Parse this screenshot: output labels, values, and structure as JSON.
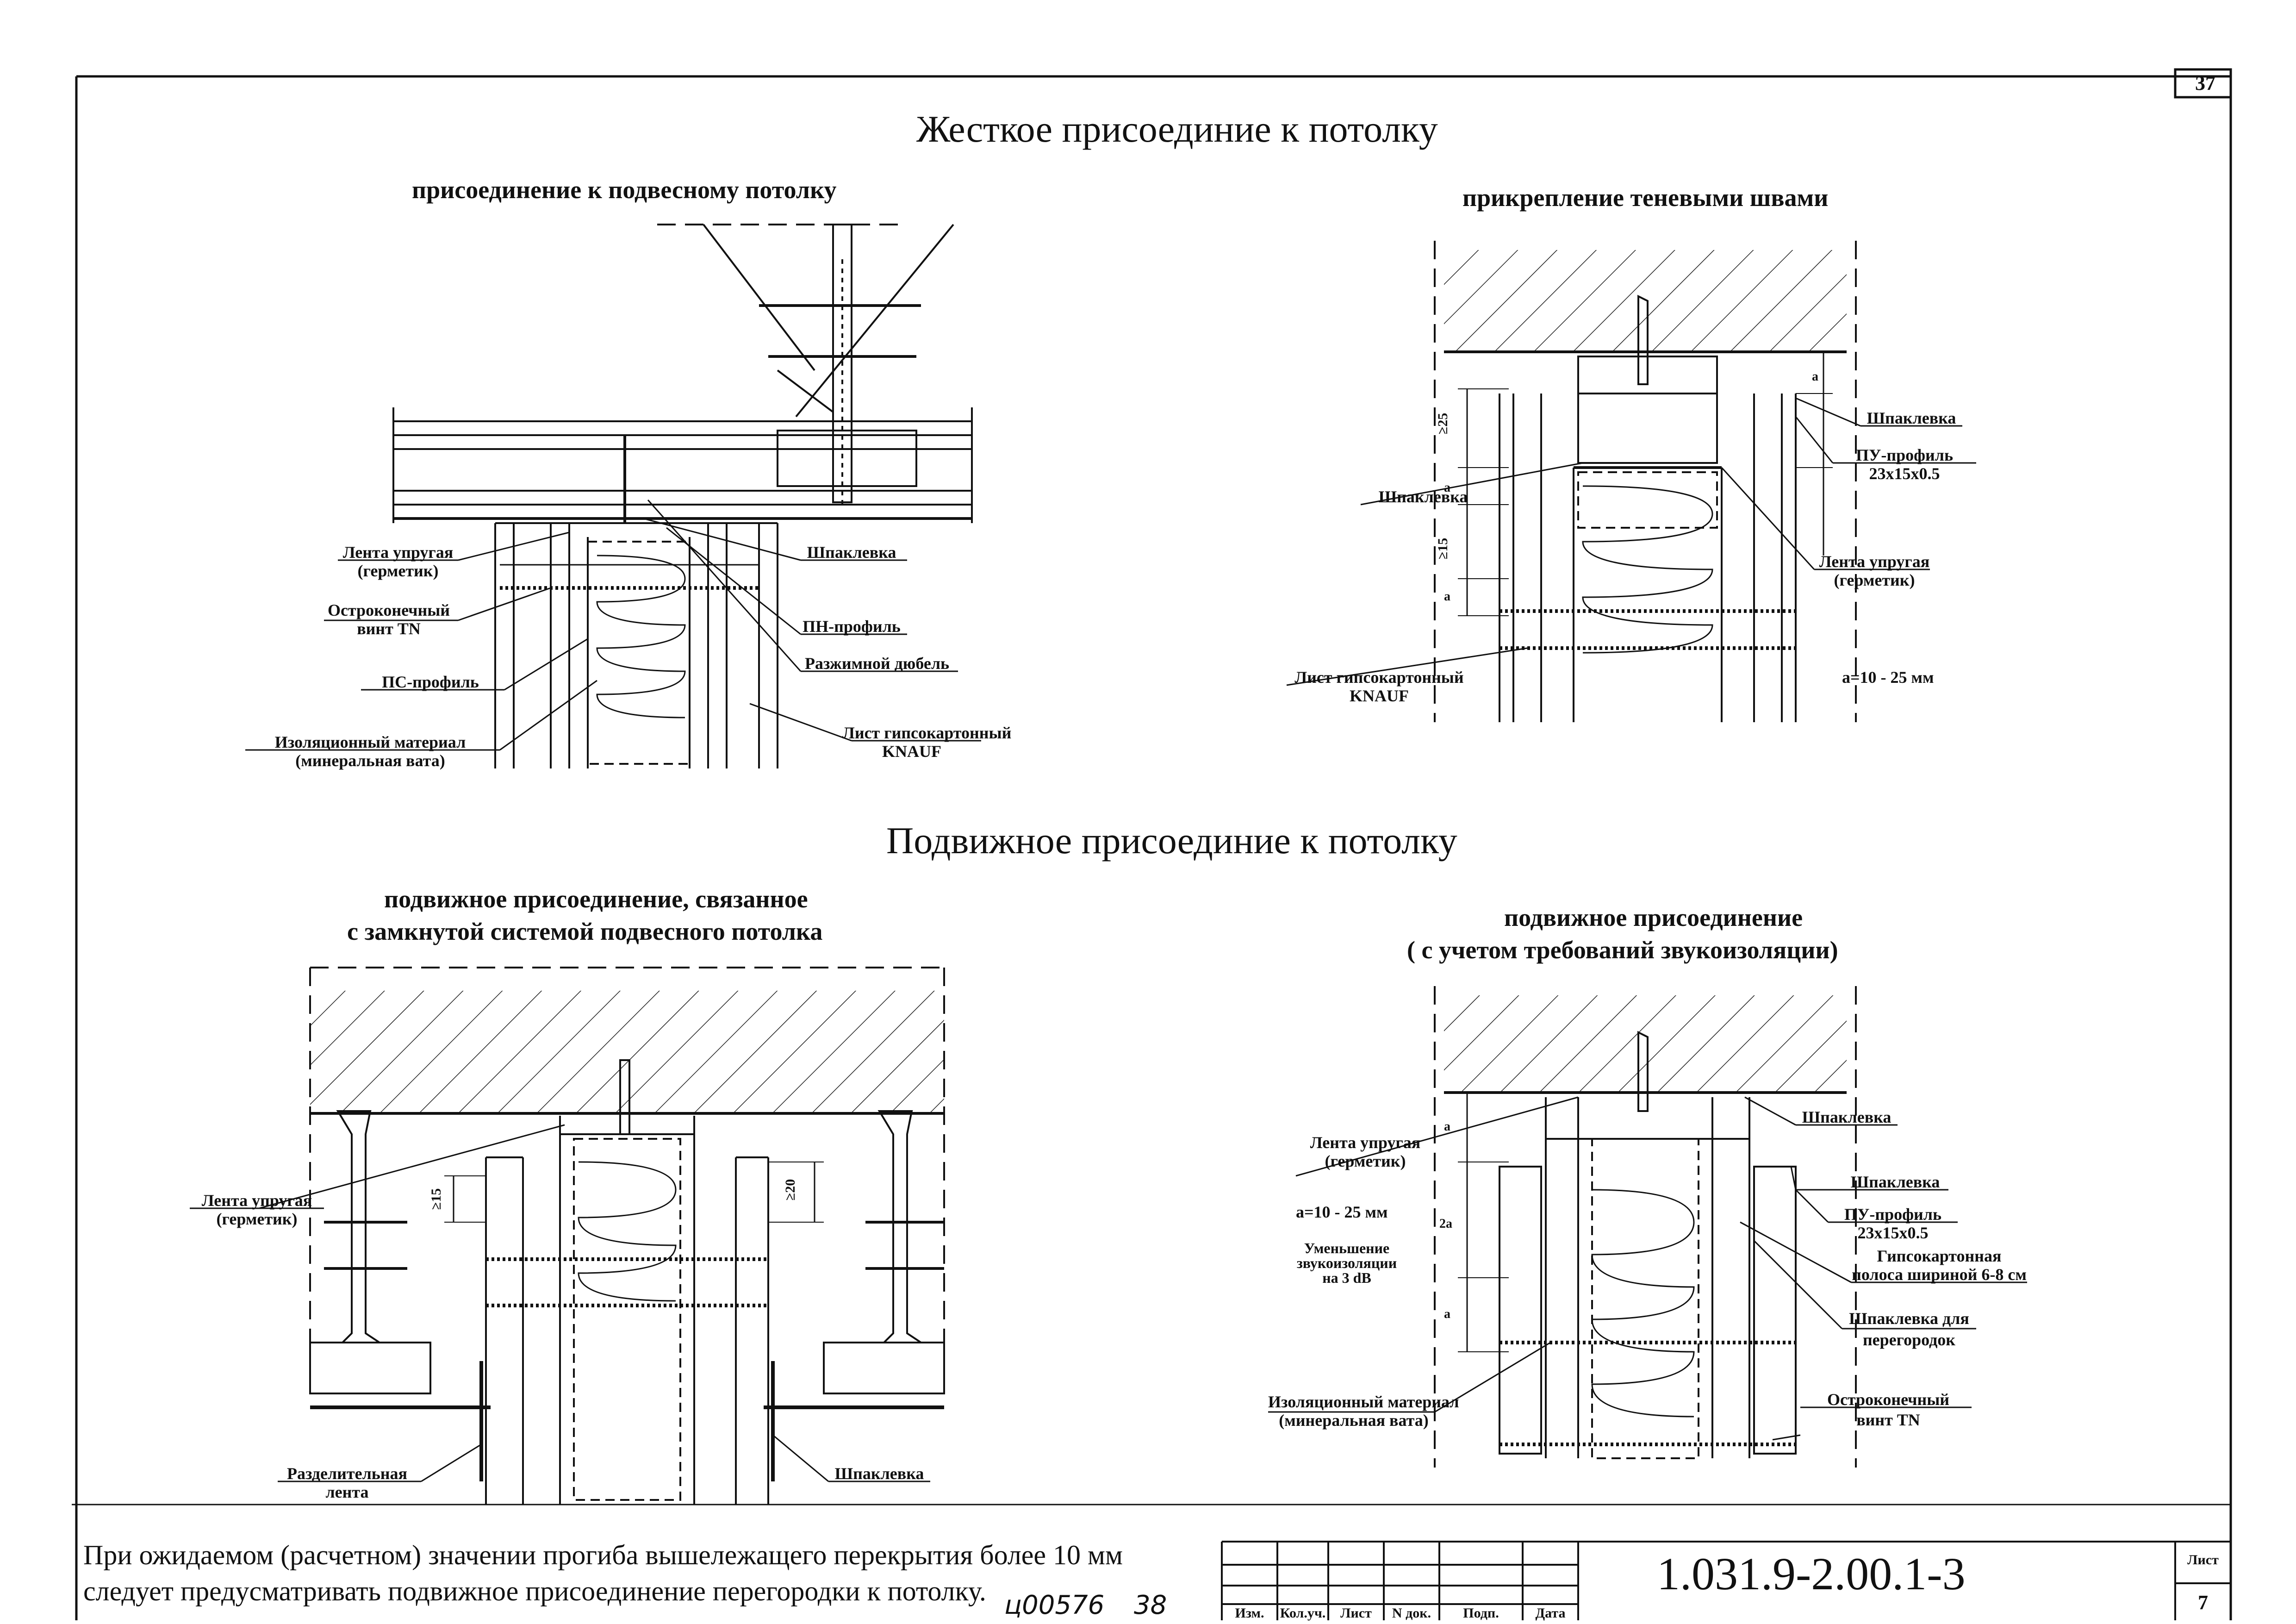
{
  "page_number": "37",
  "titles": {
    "rigid": "Жесткое присоединие к потолку",
    "movable": "Подвижное присоединие к потолку"
  },
  "section_a": {
    "title": "присоединение к подвесному потолку",
    "labels": {
      "tape_1": "Лента упругая",
      "tape_2": "(герметик)",
      "screw_1": "Остроконечный",
      "screw_2": "винт TN",
      "ps_profile": "ПС-профиль",
      "insulation_1": "Изоляционный материал",
      "insulation_2": "(минеральная вата)",
      "putty": "Шпаклевка",
      "pn_profile": "ПН-профиль",
      "dowel": "Разжимной дюбель",
      "gkl_1": "Лист гипсокартонный",
      "gkl_2": "KNAUF"
    }
  },
  "section_b": {
    "title": "прикрепление теневыми швами",
    "labels": {
      "putty_right": "Шпаклевка",
      "pu_1": "ПУ-профиль",
      "pu_2": "23x15x0.5",
      "putty_left": "Шпаклевка",
      "tape_1": "Лента упругая",
      "tape_2": "(герметик)",
      "gkl_1": "Лист гипсокартонный",
      "gkl_2": "KNAUF",
      "note_a": "a=10 - 25 мм",
      "dim_25": "≥25",
      "dim_15": "≥15",
      "dim_a1": "a",
      "dim_a2": "a",
      "dim_a3": "a"
    }
  },
  "section_c": {
    "title_1": "подвижное присоединение, связанное",
    "title_2": "с замкнутой системой подвесного потолка",
    "labels": {
      "tape_1": "Лента упругая",
      "tape_2": "(герметик)",
      "sep_1": "Разделительная",
      "sep_2": "лента",
      "putty": "Шпаклевка",
      "dim_15": "≥15",
      "dim_20": "≥20"
    }
  },
  "section_d": {
    "title_1": "подвижное присоединение",
    "title_2": "( с учетом требований звукоизоляции)",
    "labels": {
      "tape_1": "Лента упругая",
      "tape_2": "(герметик)",
      "note_a": "a=10 - 25 мм",
      "reduce_1": "Уменьшение",
      "reduce_2": "звукоизоляции",
      "reduce_3": "на 3 dB",
      "putty_top": "Шпаклевка",
      "putty_2": "Шпаклевка",
      "pu_1": "ПУ-профиль",
      "pu_2": "23x15x0.5",
      "strip_1": "Гипсокартонная",
      "strip_2": "полоса шириной 6-8 см",
      "partition_putty_1": "Шпаклевка для",
      "partition_putty_2": "перегородок",
      "insulation_1": "Изоляционный материал",
      "insulation_2": "(минеральная вата)",
      "screw_1": "Остроконечный",
      "screw_2": "винт TN",
      "dim_a1": "a",
      "dim_2a": "2a",
      "dim_a2": "a"
    }
  },
  "footer_note": {
    "line1": "При ожидаемом (расчетном) значении прогиба вышележащего перекрытия более 10 мм",
    "line2": "следует предусматривать подвижное присоединение перегородки к потолку."
  },
  "handwritten": {
    "code": "ц00576",
    "num": "38"
  },
  "title_block": {
    "designation": "1.031.9-2.00.1-3",
    "sheet_label": "Лист",
    "sheet_number": "7",
    "columns": [
      "Изм.",
      "Кол.уч.",
      "Лист",
      "N док.",
      "Подп.",
      "Дата"
    ]
  }
}
